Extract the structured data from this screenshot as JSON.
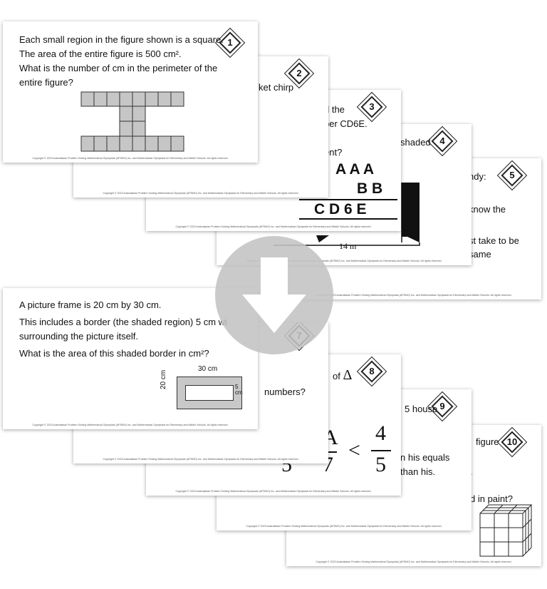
{
  "copyright": "Copyright © 2023 Australasian Problem Solving Mathematical Olympiads (APSMO) Inc. and Mathematical Olympiads for Elementary and Middle Schools. All rights reserved.",
  "overlay": {
    "icon": "download-arrow-icon",
    "color": "#c3c3c3"
  },
  "cards": {
    "c1": {
      "number": "1",
      "lines": [
        "Each small region in the figure shown is a square.",
        "The area of the entire figure is 500 cm².",
        "What is the number of cm in the perimeter of the",
        "entire figure?"
      ]
    },
    "c2": {
      "number": "2",
      "frag": "ket chirp"
    },
    "c3": {
      "number": "3",
      "frag1": "d the",
      "frag2": "per CD6E.",
      "frag3": "ent?",
      "row1": "A  A  A",
      "row2": "B  B",
      "row3": "C  D  6  E"
    },
    "c4": {
      "number": "4",
      "frag": "shaded",
      "dim": "14 m"
    },
    "c5": {
      "number": "5",
      "frag1": "ndy:",
      "frag2": "know the",
      "frag3": "st take to be",
      "frag4": "same"
    },
    "c6": {
      "lines": [
        "A picture frame is 20 cm by 30 cm.",
        "This includes a border (the shaded region) 5 cm wi",
        "surrounding the picture itself.",
        "What is the area of this shaded border in cm²?"
      ],
      "dim_top": "30 cm",
      "dim_left": "20 cm",
      "dim_inner": "5",
      "dim_inner_unit": "cm"
    },
    "c7": {
      "number": "7",
      "frag": "numbers?"
    },
    "c8": {
      "number": "8",
      "frag": "of",
      "symbol": "Δ",
      "frac_num": "4",
      "frac_den": "5",
      "less": "<",
      "left_frag": "A",
      "left_den": "7",
      "far_den": "5"
    },
    "c9": {
      "number": "9",
      "frag1": "5 house",
      "frag2": "n his equals",
      "frag3": "than his."
    },
    "c10": {
      "number": "10",
      "frag1": "figure",
      "frag2": "d in paint?"
    }
  }
}
